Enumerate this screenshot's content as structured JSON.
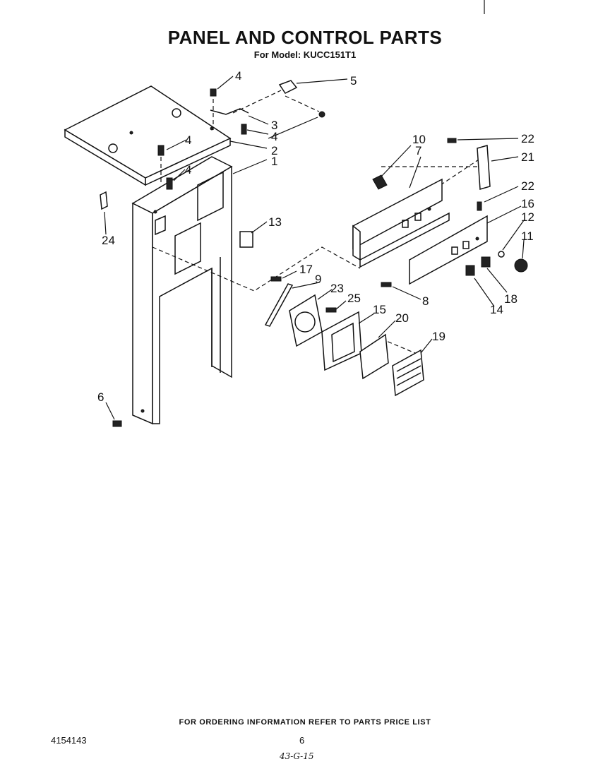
{
  "page": {
    "title": "PANEL AND CONTROL PARTS",
    "subtitle": "For Model: KUCC151T1",
    "footer_note": "FOR ORDERING INFORMATION REFER TO PARTS PRICE LIST",
    "doc_number": "4154143",
    "page_number": "6",
    "handwritten_code": "43-G-15"
  },
  "callouts": {
    "c1": "1",
    "c2": "2",
    "c3": "3",
    "c4a": "4",
    "c4b": "4",
    "c4c": "4",
    "c4d": "4",
    "c5": "5",
    "c6": "6",
    "c7": "7",
    "c8": "8",
    "c9": "9",
    "c10": "10",
    "c11": "11",
    "c12": "12",
    "c13": "13",
    "c14": "14",
    "c15": "15",
    "c16": "16",
    "c17": "17",
    "c18": "18",
    "c19": "19",
    "c20": "20",
    "c21": "21",
    "c22a": "22",
    "c22b": "22",
    "c23": "23",
    "c24": "24",
    "c25": "25"
  }
}
